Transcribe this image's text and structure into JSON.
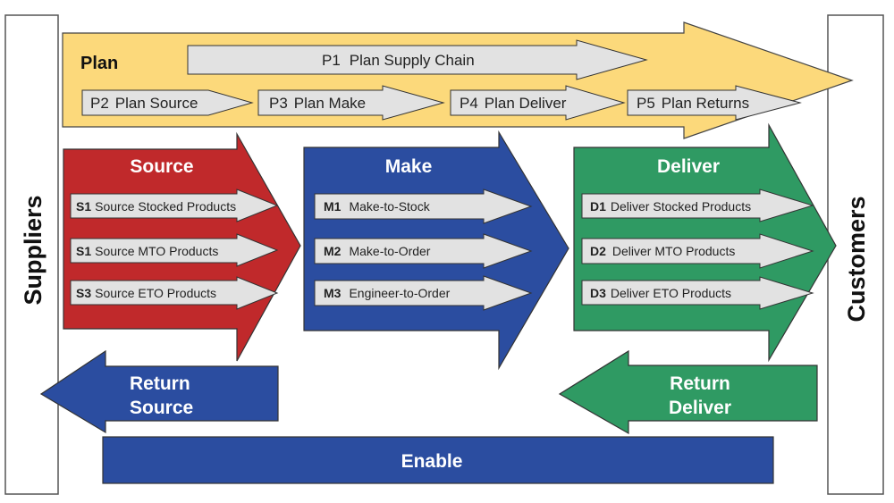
{
  "colors": {
    "plan": "#fcd97b",
    "source": "#c0292b",
    "make": "#2b4da0",
    "deliver": "#2f9a63",
    "return_source": "#2b4da0",
    "return_deliver": "#2f9a63",
    "enable": "#2b4da0",
    "sub_process": "#e2e2e2",
    "outline": "#333333"
  },
  "suppliers": {
    "label": "Suppliers"
  },
  "customers": {
    "label": "Customers"
  },
  "plan": {
    "title": "Plan",
    "p1": {
      "code": "P1",
      "label": "Plan Supply Chain"
    },
    "items": [
      {
        "code": "P2",
        "label": "Plan Source"
      },
      {
        "code": "P3",
        "label": "Plan Make"
      },
      {
        "code": "P4",
        "label": "Plan Deliver"
      },
      {
        "code": "P5",
        "label": "Plan Returns"
      }
    ]
  },
  "source": {
    "title": "Source",
    "items": [
      {
        "code": "S1",
        "label": "Source Stocked Products"
      },
      {
        "code": "S1",
        "label": "Source MTO Products"
      },
      {
        "code": "S3",
        "label": "Source ETO Products"
      }
    ]
  },
  "make": {
    "title": "Make",
    "items": [
      {
        "code": "M1",
        "label": "Make-to-Stock"
      },
      {
        "code": "M2",
        "label": "Make-to-Order"
      },
      {
        "code": "M3",
        "label": "Engineer-to-Order"
      }
    ]
  },
  "deliver": {
    "title": "Deliver",
    "items": [
      {
        "code": "D1",
        "label": "Deliver Stocked Products"
      },
      {
        "code": "D2",
        "label": "Deliver MTO Products"
      },
      {
        "code": "D3",
        "label": "Deliver ETO Products"
      }
    ]
  },
  "return_source": {
    "line1": "Return",
    "line2": "Source"
  },
  "return_deliver": {
    "line1": "Return",
    "line2": "Deliver"
  },
  "enable": {
    "label": "Enable"
  }
}
